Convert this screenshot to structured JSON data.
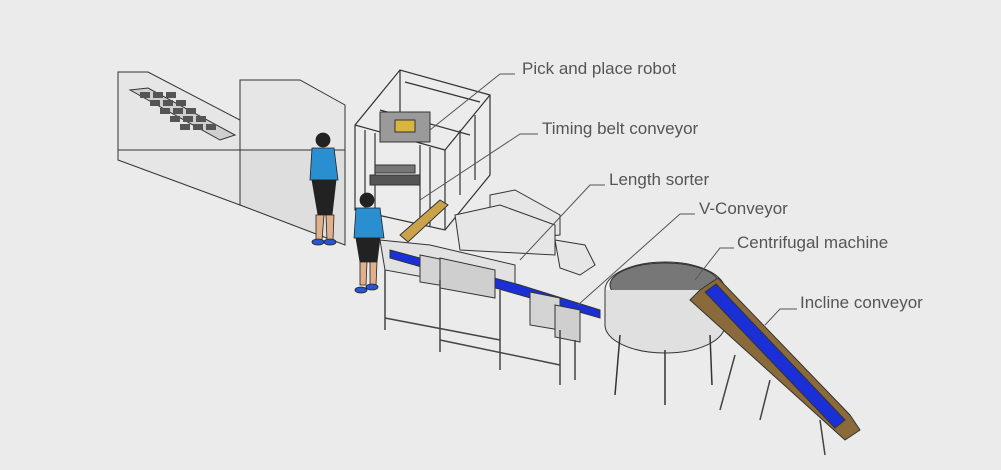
{
  "labels": {
    "pick_and_place_robot": "Pick and place robot",
    "timing_belt_conveyor": "Timing belt conveyor",
    "length_sorter": "Length sorter",
    "v_conveyor": "V-Conveyor",
    "centrifugal_machine": "Centrifugal machine",
    "incline_conveyor": "Incline conveyor"
  },
  "colors": {
    "background": "#ebebeb",
    "machine_body": "#e6e6e6",
    "outline": "#333333",
    "belt_blue": "#1a2fd6",
    "operator_shirt": "#2a8fd0",
    "timing_belt": "#c9a24a",
    "label_text": "#555555"
  }
}
